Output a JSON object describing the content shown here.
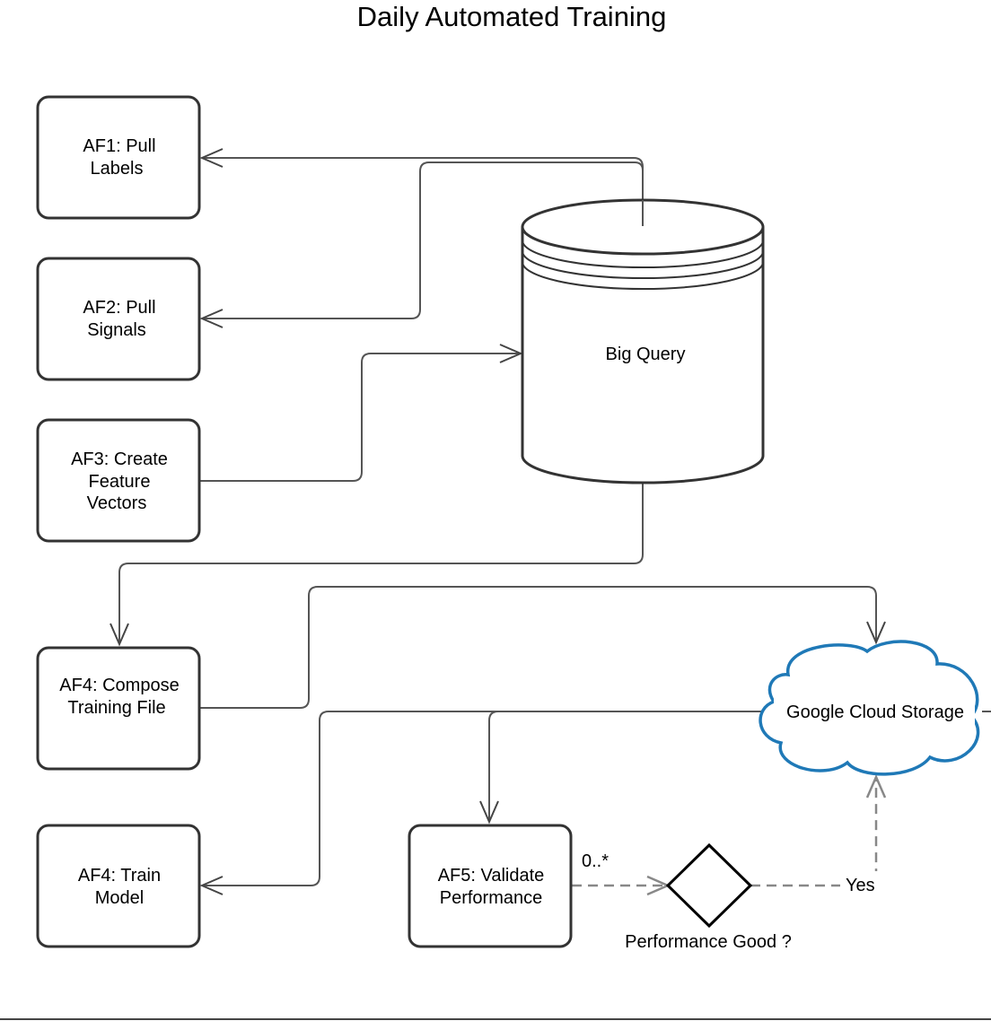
{
  "title": "Daily Automated Training",
  "nodes": {
    "af1": {
      "lines": [
        "AF1: Pull",
        "Labels"
      ]
    },
    "af2": {
      "lines": [
        "AF2: Pull",
        "Signals"
      ]
    },
    "af3": {
      "lines": [
        "AF3: Create",
        "Feature",
        "Vectors"
      ]
    },
    "af4_compose": {
      "lines": [
        "AF4: Compose",
        "Training File"
      ]
    },
    "af4_train": {
      "lines": [
        "AF4: Train",
        "Model"
      ]
    },
    "af5": {
      "lines": [
        "AF5: Validate",
        "Performance"
      ]
    },
    "bigquery": {
      "label": "Big Query"
    },
    "gcs": {
      "label": "Google Cloud Storage"
    },
    "decision": {
      "label": "Performance Good ?"
    }
  },
  "edge_labels": {
    "multiplicity": "0..*",
    "yes": "Yes"
  },
  "colors": {
    "cloud_stroke": "#1f79b7",
    "box_stroke": "#333333",
    "connector": "#555555",
    "dashed_connector": "#888888"
  }
}
